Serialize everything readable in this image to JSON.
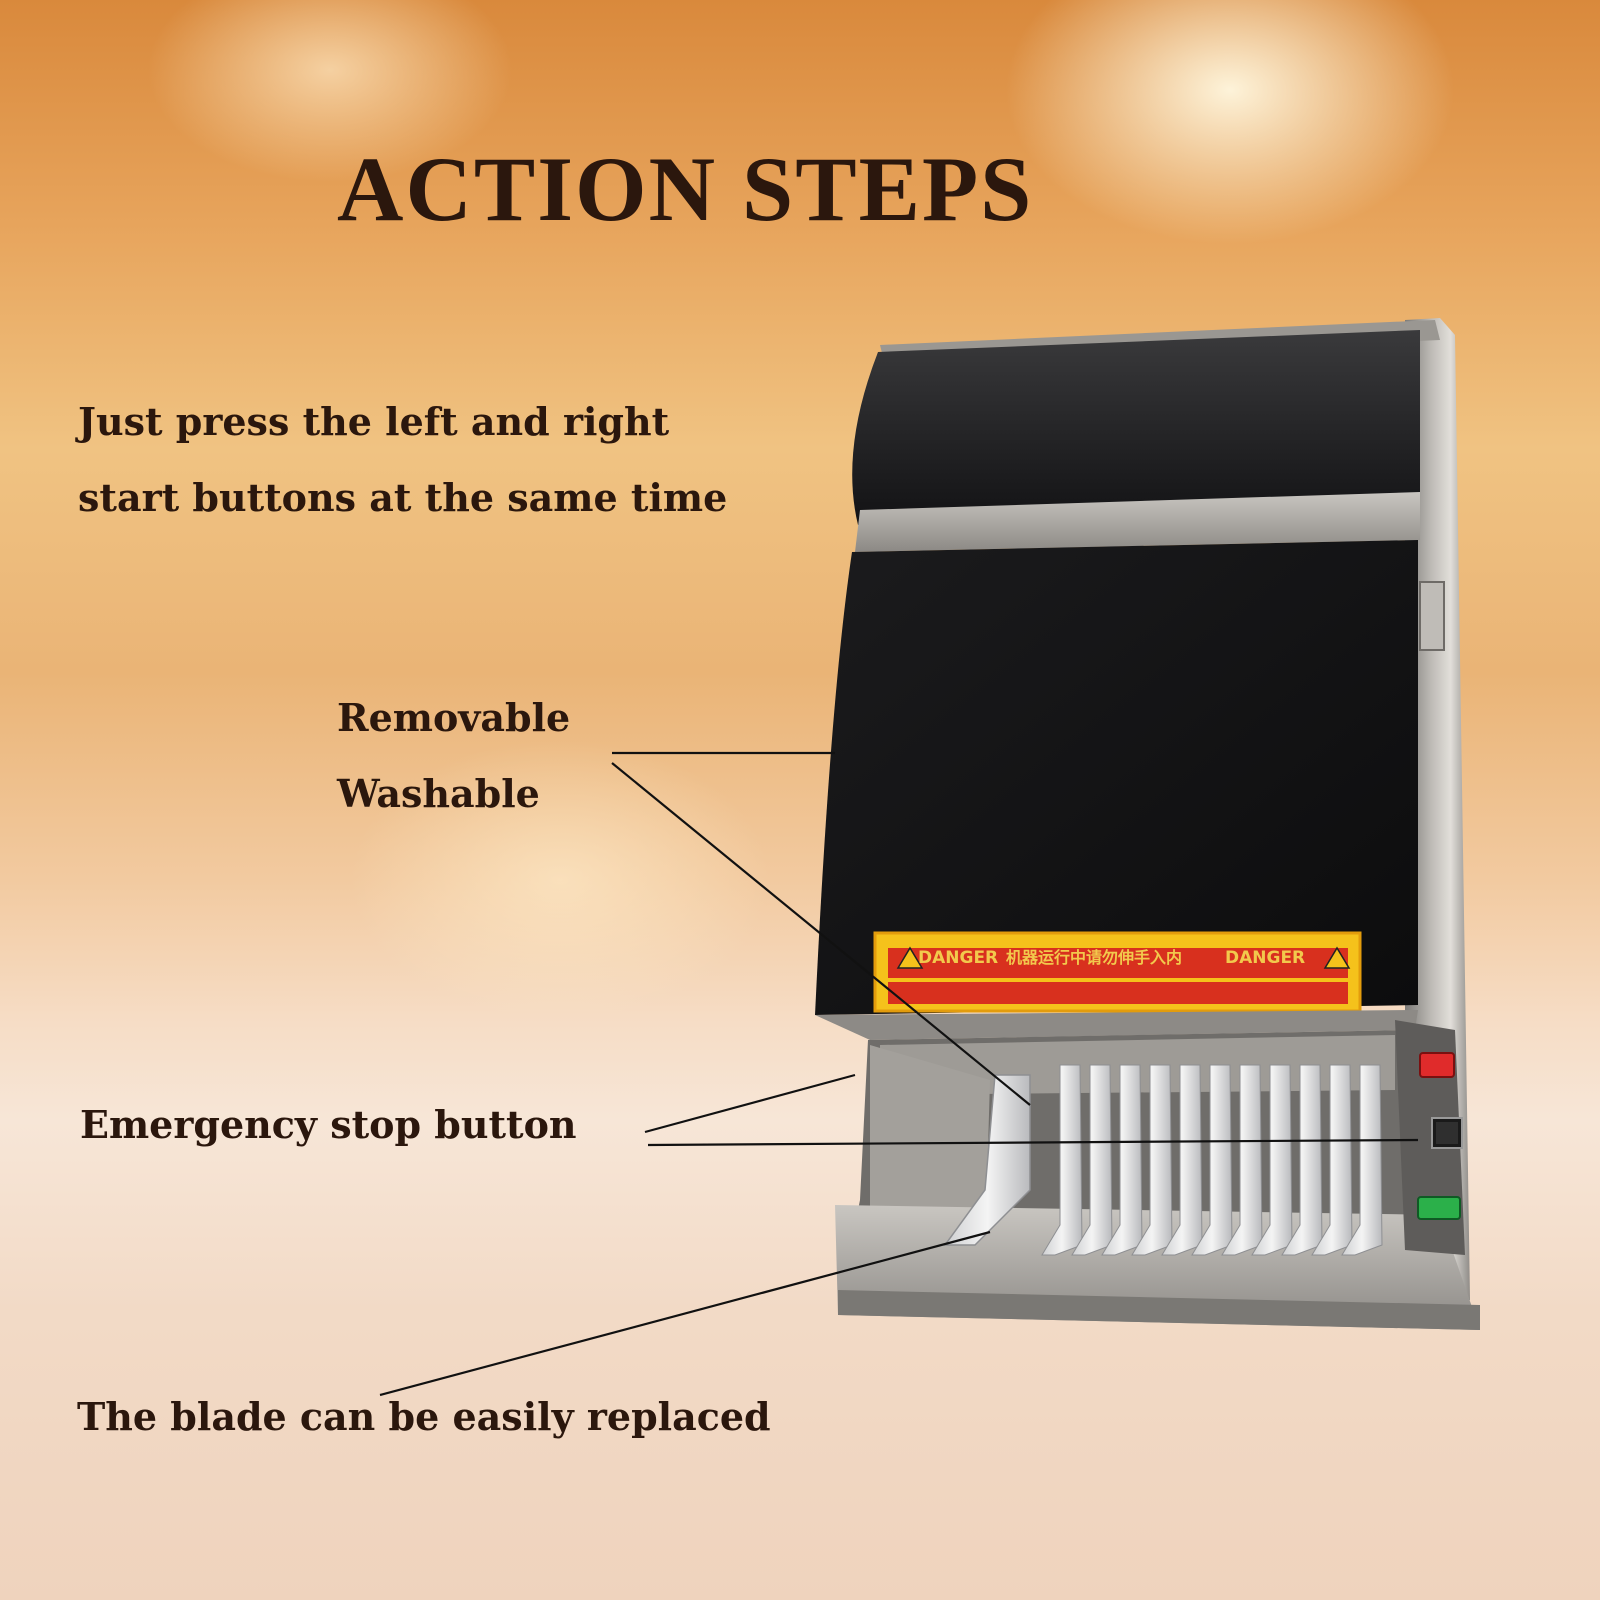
{
  "title": "ACTION STEPS",
  "instructions": {
    "line1": "Just press the left and right",
    "line2": "start buttons at the same time"
  },
  "callouts": {
    "removable": "Removable",
    "washable": "Washable",
    "emergency_stop": "Emergency stop button",
    "blade": "The blade can be easily replaced"
  },
  "warning_label": {
    "left": "DANGER",
    "middle": "机器运行中请勿伸手入内",
    "right": "DANGER"
  },
  "colors": {
    "text": "#2b170d",
    "warning_yellow": "#f5c21b",
    "warning_red": "#d8301e",
    "stop_button": "#e02b2b",
    "start_button": "#2bb04a"
  }
}
